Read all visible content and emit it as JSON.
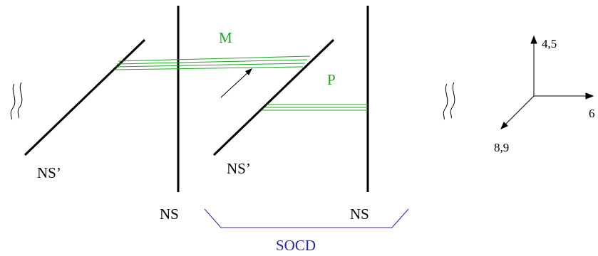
{
  "diagram": {
    "labels": {
      "ns_prime_left": "NS’",
      "ns_prime_mid": "NS’",
      "ns_left": "NS",
      "ns_right": "NS",
      "m": "M",
      "p": "P",
      "socd": "SOCD"
    },
    "axes": {
      "up": "4,5",
      "right": "6",
      "diag": "8,9"
    },
    "colors": {
      "branes": "#000000",
      "strings": "#1fa51f",
      "bracket": "#2424b4"
    }
  }
}
